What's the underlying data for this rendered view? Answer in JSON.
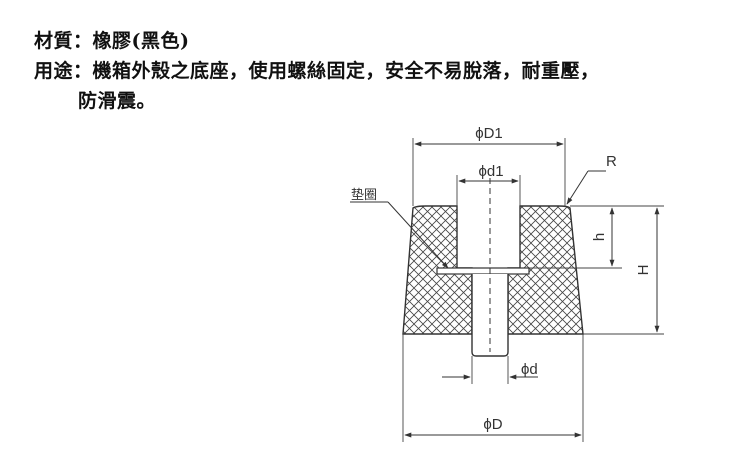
{
  "description": {
    "material_label": "材質：",
    "material_value": "橡膠(黑色)",
    "usage_label": "用途：",
    "usage_value_line1": "機箱外殼之底座，使用螺絲固定，安全不易脫落，耐重壓，",
    "usage_value_line2": "防滑震。"
  },
  "diagram": {
    "labels": {
      "outer_top_diameter": "ϕD1",
      "inner_top_diameter": "ϕd1",
      "radius": "R",
      "washer": "垫圈",
      "hole_depth": "h",
      "total_height": "H",
      "bolt_diameter": "ϕd",
      "base_diameter": "ϕD"
    },
    "colors": {
      "line": "#333333",
      "hatch": "#444444",
      "fill": "#ffffff"
    }
  }
}
